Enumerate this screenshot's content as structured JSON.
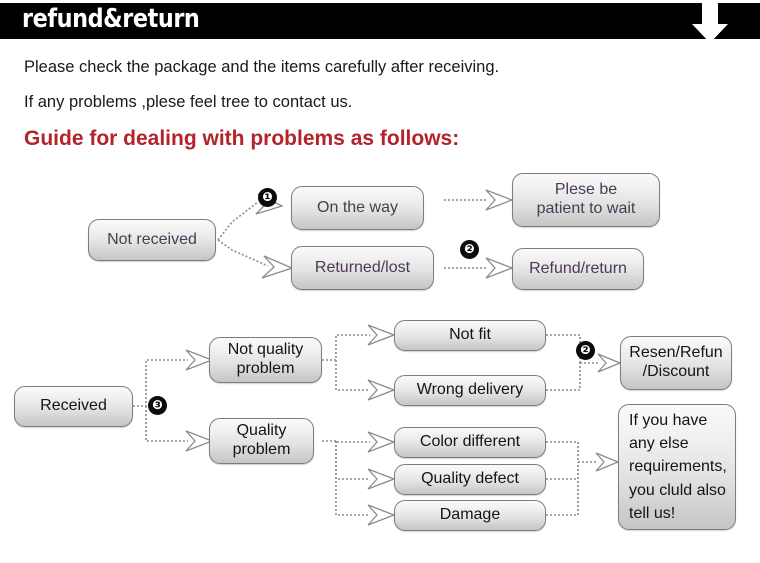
{
  "header": {
    "title": "refund&return",
    "arrow_icon": "down-arrow-icon"
  },
  "intro": {
    "line1": "Please check the package and the items carefully after receiving.",
    "line2": "If any problems ,plese feel tree to contact us.",
    "heading": "Guide for dealing with problems as follows:"
  },
  "colors": {
    "header_bg": "#000000",
    "heading_red": "#b3242a",
    "box_text_purple": "#4c3a52",
    "box_text_black": "#141414",
    "connector_gray": "#8c8c8c"
  },
  "flow_top": {
    "source": "Not received",
    "branches": [
      {
        "state": "On the way",
        "result": "Plese be\npatient to wait",
        "marker": "❶"
      },
      {
        "state": "Returned/lost",
        "result": "Refund/return",
        "marker": "❷"
      }
    ]
  },
  "flow_bottom": {
    "source": "Received",
    "marker": "❸",
    "categories": [
      {
        "label": "Not quality\nproblem",
        "issues": [
          "Not fit",
          "Wrong delivery"
        ]
      },
      {
        "label": "Quality\nproblem",
        "issues": [
          "Color different",
          "Quality defect",
          "Damage"
        ]
      }
    ],
    "results": [
      {
        "text": "Resen/Refun\n/Discount",
        "marker": "❷"
      },
      {
        "text": "If you have\nany else\nrequirements,\nyou cluld also\ntell us!"
      }
    ]
  },
  "labels": {
    "not_received": "Not received",
    "on_the_way": "On the way",
    "returned_lost": "Returned/lost",
    "plese_be_patient_l1": "Plese be",
    "plese_be_patient_l2": "patient to wait",
    "refund_return": "Refund/return",
    "received": "Received",
    "not_quality_l1": "Not quality",
    "not_quality_l2": "problem",
    "quality_l1": "Quality",
    "quality_l2": "problem",
    "not_fit": "Not fit",
    "wrong_delivery": "Wrong delivery",
    "color_different": "Color different",
    "quality_defect": "Quality defect",
    "damage": "Damage",
    "resend_l1": "Resen/Refun",
    "resend_l2": "/Discount",
    "anyelse_l1": "If you have",
    "anyelse_l2": "any else",
    "anyelse_l3": "requirements,",
    "anyelse_l4": "you cluld also",
    "anyelse_l5": "tell us!"
  },
  "markers": {
    "one": "❶",
    "two_top": "❷",
    "three": "❸",
    "two_bottom": "❷"
  }
}
